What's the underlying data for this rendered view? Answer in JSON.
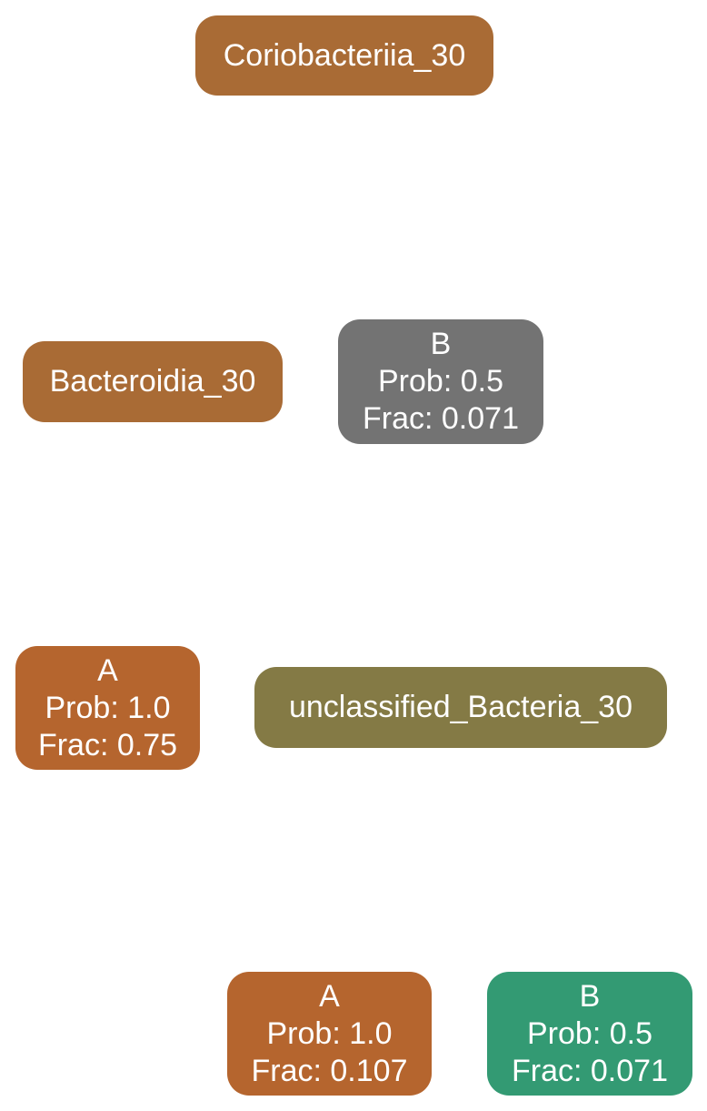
{
  "colors": {
    "coriobacteriia": "#a96b35",
    "bacteroidia": "#a96b35",
    "gray_b": "#737373",
    "orange_a": "#b5652e",
    "olive": "#847a45",
    "green_b": "#339a73"
  },
  "nodes": {
    "coriobacteriia": {
      "label": "Coriobacteriia_30"
    },
    "bacteroidia": {
      "label": "Bacteroidia_30"
    },
    "b_upper": {
      "title": "B",
      "prob": "Prob: 0.5",
      "frac": "Frac: 0.071"
    },
    "a_left": {
      "title": "A",
      "prob": "Prob: 1.0",
      "frac": "Frac: 0.75"
    },
    "unclassified": {
      "label": "unclassified_Bacteria_30"
    },
    "a_bottom": {
      "title": "A",
      "prob": "Prob: 1.0",
      "frac": "Frac: 0.107"
    },
    "b_bottom": {
      "title": "B",
      "prob": "Prob: 0.5",
      "frac": "Frac: 0.071"
    }
  }
}
